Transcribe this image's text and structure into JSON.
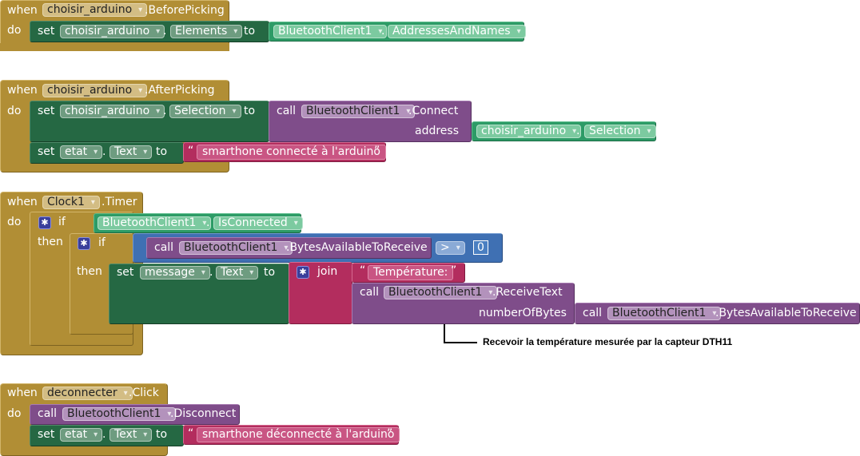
{
  "event1": {
    "when": "when",
    "component": "choisir_arduino",
    "event": ".BeforePicking",
    "do": "do",
    "set": "set",
    "target_component": "choisir_arduino",
    "dot": ".",
    "property": "Elements",
    "to": "to",
    "value_component": "BluetoothClient1",
    "value_property": "AddressesAndNames"
  },
  "event2": {
    "when": "when",
    "component": "choisir_arduino",
    "event": ".AfterPicking",
    "do": "do",
    "set1": "set",
    "set1_component": "choisir_arduino",
    "set1_property": "Selection",
    "to1": "to",
    "call": "call",
    "call_component": "BluetoothClient1",
    "call_method": ".Connect",
    "param_address": "address",
    "address_component": "choisir_arduino",
    "address_property": "Selection",
    "set2": "set",
    "set2_component": "etat",
    "set2_property": "Text",
    "to2": "to",
    "set2_text": "smarthone connecté à l'arduino",
    "dot": "."
  },
  "event3": {
    "when": "when",
    "component": "Clock1",
    "event": ".Timer",
    "do": "do",
    "if1": "if",
    "cond1_component": "BluetoothClient1",
    "cond1_property": "IsConnected",
    "then1": "then",
    "if2": "if",
    "call": "call",
    "call_component": "BluetoothClient1",
    "call_method": ".BytesAvailableToReceive",
    "compare_op": ">",
    "compare_value": "0",
    "then2": "then",
    "set": "set",
    "set_component": "message",
    "set_property": "Text",
    "to": "to",
    "join": "join",
    "join_text": "Température:",
    "call2": "call",
    "call2_component": "BluetoothClient1",
    "call2_method": ".ReceiveText",
    "param_bytes": "numberOfBytes",
    "call3": "call",
    "call3_component": "BluetoothClient1",
    "call3_method": ".BytesAvailableToReceive",
    "dot": "."
  },
  "annotation": "Recevoir la température mesurée par la capteur DTH11",
  "event4": {
    "when": "when",
    "component": "deconnecter",
    "event": ".Click",
    "do": "do",
    "call": "call",
    "call_component": "BluetoothClient1",
    "call_method": ".Disconnect",
    "set": "set",
    "set_component": "etat",
    "set_property": "Text",
    "to": "to",
    "set_text": "smarthone déconnecté à l'arduino",
    "dot": "."
  },
  "colors": {
    "event_block": "#b18e35",
    "setter_block": "#256843",
    "getter_block": "#2d9b66",
    "call_block": "#7f4d8a",
    "text_block": "#b32d5e",
    "math_block": "#3f70b3"
  }
}
